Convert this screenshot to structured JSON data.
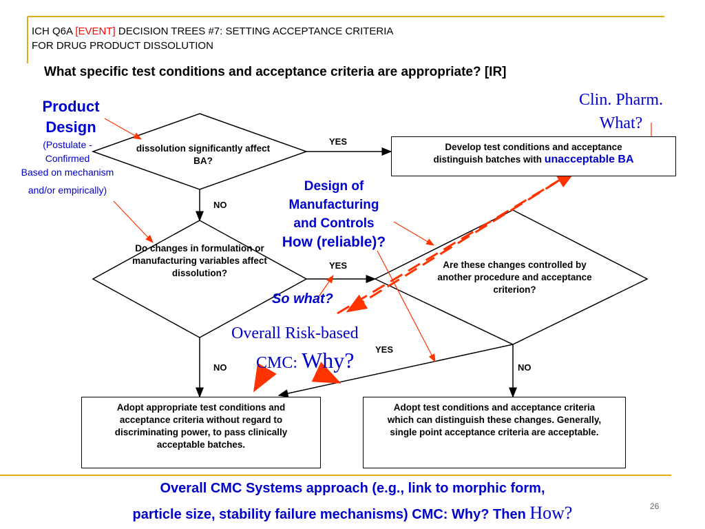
{
  "header": {
    "line1_prefix": "ICH Q6A ",
    "line1_event": "[EVENT]",
    "line1_suffix": " DECISION TREES #7: SETTING ACCEPTANCE CRITERIA",
    "line2": "FOR DRUG PRODUCT DISSOLUTION"
  },
  "question": "What specific test conditions and acceptance criteria are appropriate? [IR]",
  "annotations": {
    "product_design_1": "Product",
    "product_design_2": "Design",
    "postulate_1": "(Postulate -",
    "postulate_2": "Confirmed",
    "postulate_3": "Based on mechanism",
    "postulate_4": "and/or empirically)",
    "clin_pharm_1": "Clin. Pharm.",
    "clin_pharm_2": "What?",
    "design_mfg_1": "Design of",
    "design_mfg_2": "Manufacturing",
    "design_mfg_3": "and Controls",
    "design_mfg_4": "How (reliable)?",
    "so_what": "So what?",
    "risk_1": "Overall Risk-based",
    "risk_2_a": "CMC: ",
    "risk_2_b": "Why?"
  },
  "nodes": {
    "diamond1": "dissolution significantly affect BA?",
    "box_top_a": "Develop test conditions and acceptance",
    "box_top_b": "distinguish batches with ",
    "box_top_c": "unacceptable BA",
    "diamond2": "Do changes in formulation or manufacturing variables affect dissolution?",
    "diamond3": "Are these changes controlled by another procedure and acceptance criterion?",
    "box_bottom_left": "Adopt appropriate test conditions and acceptance criteria without regard to discriminating power, to pass clinically acceptable batches.",
    "box_bottom_right": "Adopt test conditions and acceptance criteria which can distinguish these changes. Generally, single point acceptance criteria  are acceptable."
  },
  "edges": {
    "yes1": "YES",
    "no1": "NO",
    "yes2": "YES",
    "no2": "NO",
    "yes3": "YES",
    "no3": "NO"
  },
  "footer": {
    "line1": "Overall CMC Systems approach (e.g., link to morphic form,",
    "line2_a": "particle size, stability failure mechanisms) CMC: Why? Then ",
    "line2_b": "How?"
  },
  "page_number": "26",
  "colors": {
    "accent_line": "#e6a817",
    "annotation_blue": "#0000cc",
    "arrow_red": "#ff3300"
  }
}
